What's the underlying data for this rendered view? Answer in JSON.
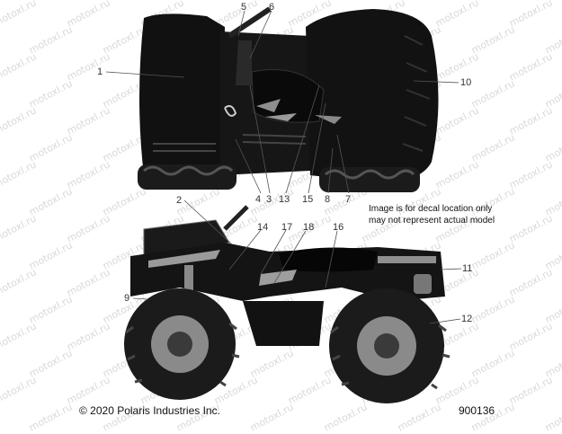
{
  "watermark": "motoxl.ru",
  "callouts": [
    "1",
    "2",
    "3",
    "4",
    "5",
    "6",
    "7",
    "8",
    "9",
    "10",
    "11",
    "12",
    "13",
    "14",
    "15",
    "16",
    "17",
    "18"
  ],
  "note": {
    "line1": "Image is for decal location only",
    "line2": "may not represent actual model"
  },
  "footer": {
    "copyright": "© 2020 Polaris Industries Inc.",
    "reference": "900136"
  },
  "colors": {
    "vehicle": "#111111",
    "decal": "#9a9a9a",
    "tire": "#1b1b1b",
    "wheel": "#8a8a8a",
    "leader": "#555555"
  }
}
